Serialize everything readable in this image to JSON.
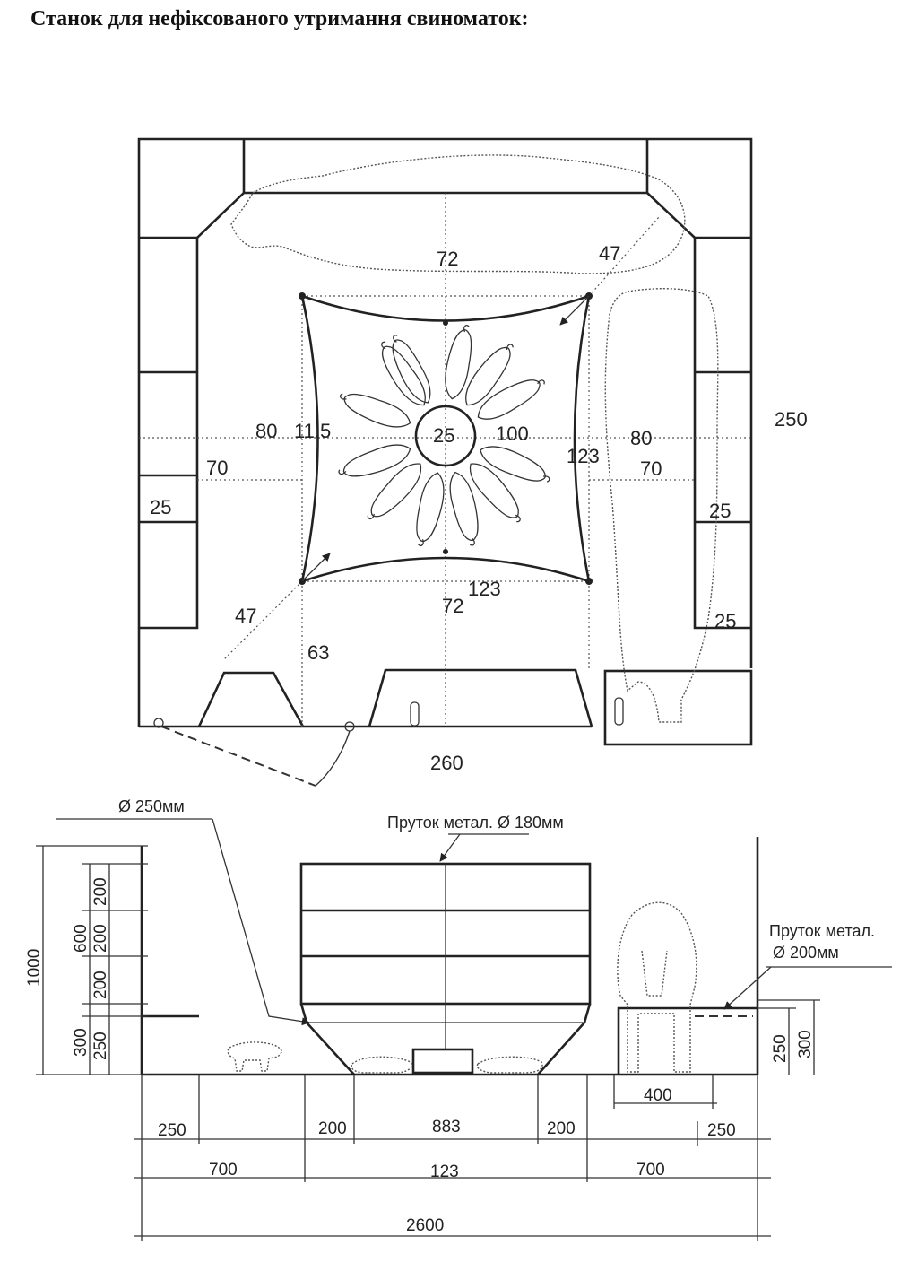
{
  "title": "Станок для нефіксованого утримання свиноматок:",
  "plan": {
    "labels": {
      "d72_top": "72",
      "d47_top": "47",
      "d80_left": "80",
      "d11_5": "11.5",
      "d25_center": "25",
      "d100": "100",
      "d123_right": "123",
      "d80_right": "80",
      "d250": "250",
      "d70_left": "70",
      "d70_right": "70",
      "d25_left": "25",
      "d25_right_a": "25",
      "d25_right_b": "25",
      "d47_bottom": "47",
      "d123_bottom": "123",
      "d72_bottom": "72",
      "d63": "63",
      "d260": "260"
    }
  },
  "section": {
    "labels": {
      "diam_250": "Ø 250мм",
      "rod_180": "Пруток метал. Ø 180мм",
      "rod_200_line1": "Пруток метал.",
      "rod_200_line2": "Ø 200мм",
      "v1000": "1000",
      "v600": "600",
      "v200a": "200",
      "v200b": "200",
      "v200c": "200",
      "v300_left": "300",
      "v250_left": "250",
      "v250_right": "250",
      "v300_right": "300",
      "h400": "400",
      "h250_left": "250",
      "h200_left": "200",
      "h883": "883",
      "h200_right": "200",
      "h250_right": "250",
      "h700_left": "700",
      "h123": "123",
      "h700_right": "700",
      "h2600": "2600"
    }
  },
  "colors": {
    "ink": "#222222",
    "paper": "#ffffff"
  }
}
